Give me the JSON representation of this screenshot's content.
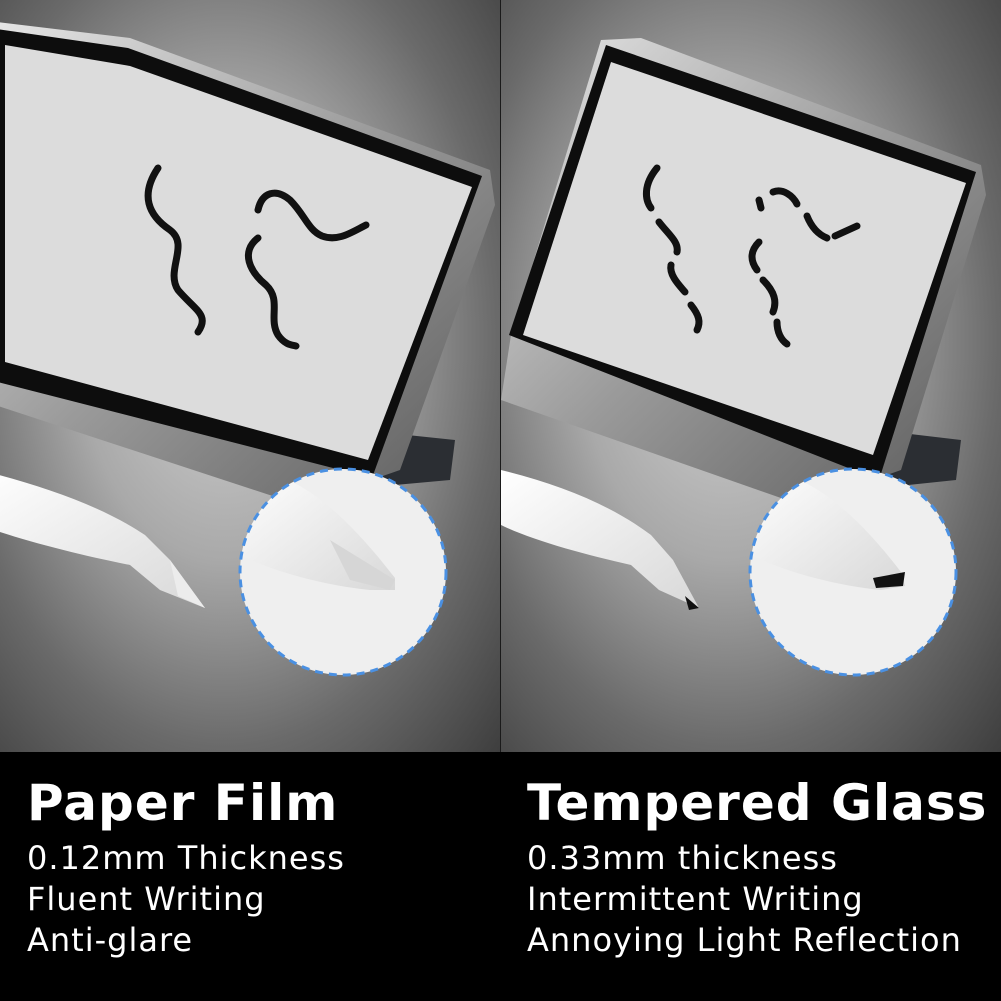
{
  "comparison": {
    "left": {
      "title": "Paper Film",
      "features": [
        "0.12mm Thickness",
        "Fluent Writing",
        "Anti-glare"
      ]
    },
    "right": {
      "title": "Tempered Glass",
      "features": [
        "0.33mm thickness",
        "Intermittent Writing",
        "Annoying Light Reflection"
      ]
    }
  },
  "colors": {
    "caption_background": "#000000",
    "caption_text": "#ffffff",
    "loupe_border": "#4a90e2",
    "screen": "#dcdcdc",
    "bezel": "#0d0d0d"
  },
  "icons": [
    "tablet-illustration",
    "stylus-illustration",
    "magnifier-loupe",
    "handwriting-strokes"
  ]
}
